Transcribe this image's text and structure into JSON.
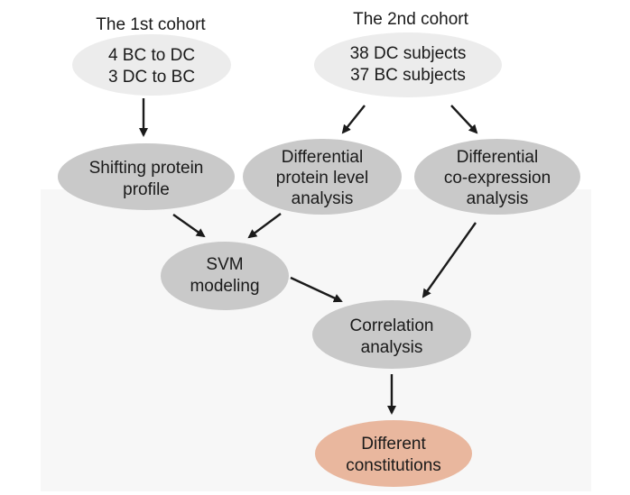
{
  "cohorts": {
    "first": {
      "title": "The 1st cohort",
      "line1": "4 BC to DC",
      "line2": "3 DC to BC"
    },
    "second": {
      "title": "The 2nd cohort",
      "line1": "38 DC subjects",
      "line2": "37 BC subjects"
    }
  },
  "nodes": {
    "shifting": {
      "line1": "Shifting protein",
      "line2": "profile"
    },
    "diff_protein": {
      "line1": "Differential",
      "line2": "protein level",
      "line3": "analysis"
    },
    "diff_coexp": {
      "line1": "Differential",
      "line2": "co-expression",
      "line3": "analysis"
    },
    "svm": {
      "line1": "SVM",
      "line2": "modeling"
    },
    "correlation": {
      "line1": "Correlation",
      "line2": "analysis"
    },
    "constitutions": {
      "line1": "Different",
      "line2": "constitutions"
    }
  },
  "colors": {
    "cohort_fill": "#ececec",
    "node_fill": "#c9c9c9",
    "result_fill": "#e9b79e",
    "background_panel": "#f7f7f7",
    "text": "#1a1a1a"
  }
}
